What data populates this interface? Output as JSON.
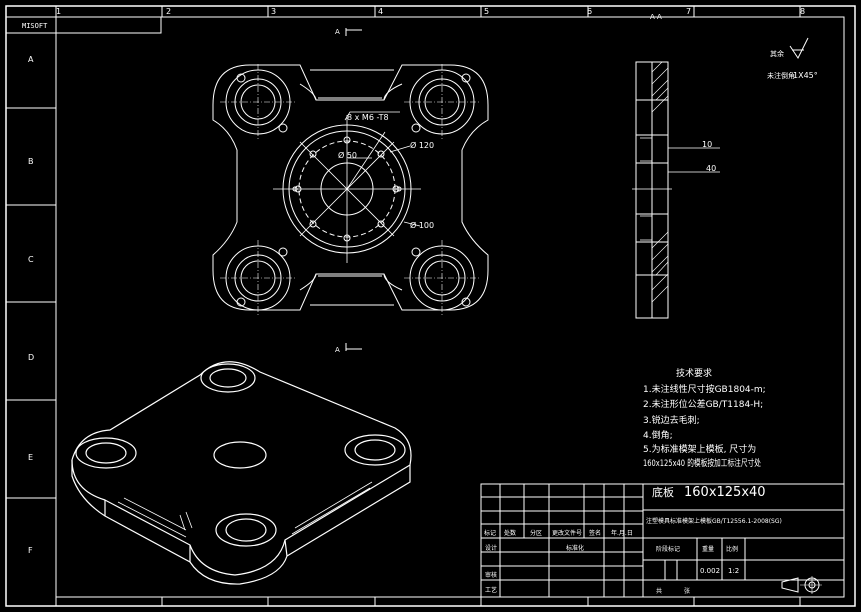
{
  "app": "CAD drawing",
  "frame": {
    "logo_text": "MISOFT",
    "column_labels": [
      "1",
      "2",
      "3",
      "4",
      "5",
      "6",
      "7",
      "8"
    ],
    "row_labels": [
      "A",
      "B",
      "C",
      "D",
      "E",
      "F"
    ]
  },
  "section": {
    "label_top": "A",
    "label_bottom": "A",
    "view_title": "A-A"
  },
  "dimensions": {
    "holes_note": "8 x M6 -T8",
    "phi_50": "Ø 50",
    "phi_120": "Ø 120",
    "phi_100": "Ø 100",
    "dim_10": "10",
    "dim_40": "40"
  },
  "surface_note": {
    "finish_label": "其余",
    "chamfer_label": "未注倒角",
    "chamfer_value": "1X45°"
  },
  "technical_requirements": {
    "heading": "技术要求",
    "items": [
      "1.未注线性尺寸按GB1804-m;",
      "2.未注形位公差GB/T1184-H;",
      "3.锐边去毛刺;",
      "4.倒角;",
      "5.为标准模架上模板, 尺寸为",
      "160x125x40 的模板按加工标注尺寸处"
    ]
  },
  "title_block": {
    "part_name": "底板",
    "size": "160x125x40",
    "standard_note": "注塑模具标准模架上模板GB/T12556.1-2008(SG)",
    "header_cells": [
      "标记",
      "处数",
      "分区",
      "更改文件号",
      "签名",
      "年.月.日"
    ],
    "row_labels": [
      "设计",
      "审核",
      "工艺"
    ],
    "std_label": "标准化",
    "stage_label": "阶段标记",
    "weight_label": "重量",
    "scale_label": "比例",
    "weight_value": "0.002",
    "scale_value": "1:2",
    "sheets_total": "共",
    "sheet_no": "张"
  }
}
